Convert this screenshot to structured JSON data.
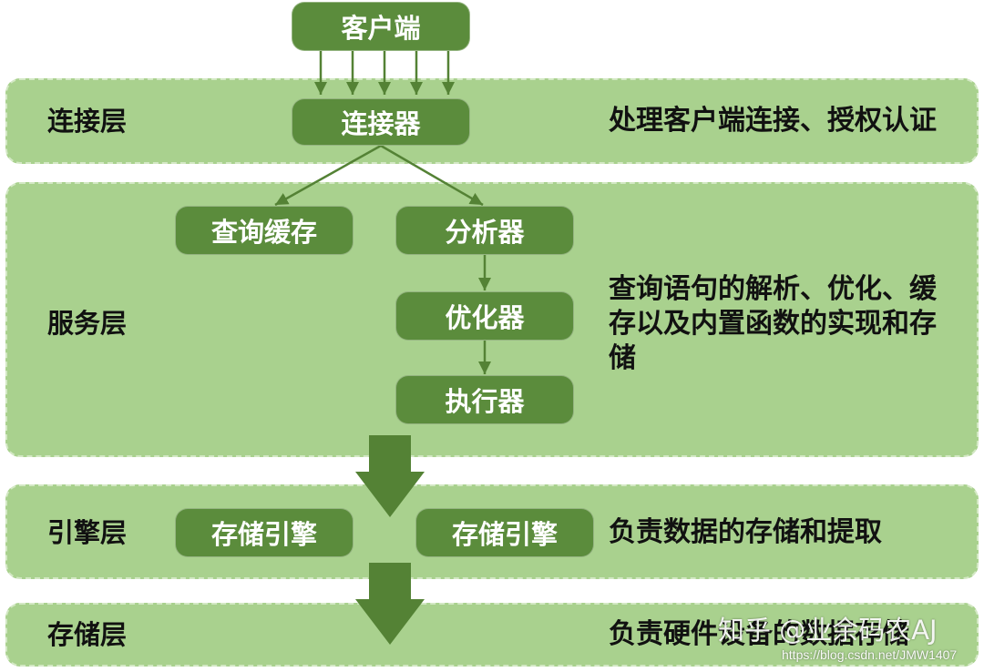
{
  "client": {
    "label": "客户端"
  },
  "connection_layer": {
    "label": "连接层",
    "connector": "连接器",
    "description": "处理客户端连接、授权认证"
  },
  "service_layer": {
    "label": "服务层",
    "query_cache": "查询缓存",
    "analyzer": "分析器",
    "optimizer": "优化器",
    "executor": "执行器",
    "description": "查询语句的解析、优化、缓存以及内置函数的实现和存储"
  },
  "engine_layer": {
    "label": "引擎层",
    "engines": [
      "存储引擎",
      "存储引擎"
    ],
    "description": "负责数据的存储和提取"
  },
  "storage_layer": {
    "label": "存储层",
    "description": "负责硬件设备的数据存储"
  },
  "watermarks": {
    "zhihu": "知乎 @业余码农AJ",
    "csdn": "https://blog.csdn.net/JMW1407"
  },
  "colors": {
    "band": "#a9d18e",
    "band_border": "#d3e8c4",
    "box": "#5b8c3c",
    "box_text": "#ffffff",
    "arrow": "#548235",
    "text": "#111111"
  }
}
